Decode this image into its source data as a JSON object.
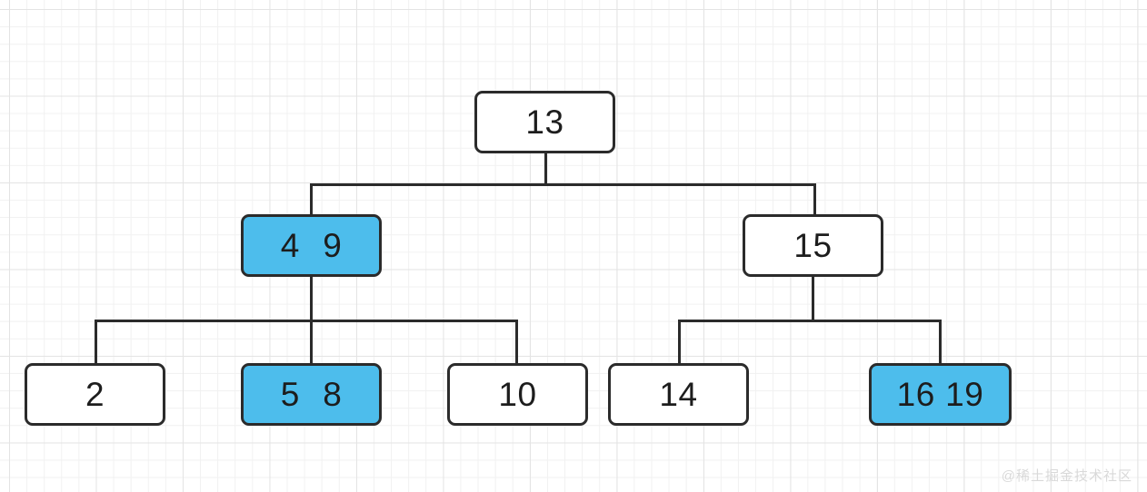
{
  "diagram": {
    "type": "b-tree",
    "title": "",
    "colors": {
      "node_border": "#2b2b2b",
      "node_fill": "#ffffff",
      "highlight_fill": "#4dbdec",
      "edge": "#2b2b2b",
      "grid_minor": "#f1f1f1",
      "grid_major": "#e4e4e4",
      "background": "#ffffff",
      "text": "#1d1d1d",
      "watermark": "#d9d9d9"
    },
    "nodes": {
      "root": {
        "keys": [
          "13"
        ],
        "highlighted": false
      },
      "level2_left": {
        "keys": [
          "4",
          "9"
        ],
        "highlighted": true
      },
      "level2_right": {
        "keys": [
          "15"
        ],
        "highlighted": false
      },
      "leaf_1": {
        "keys": [
          "2"
        ],
        "highlighted": false
      },
      "leaf_2": {
        "keys": [
          "5",
          "8"
        ],
        "highlighted": true
      },
      "leaf_3": {
        "keys": [
          "10"
        ],
        "highlighted": false
      },
      "leaf_4": {
        "keys": [
          "14"
        ],
        "highlighted": false
      },
      "leaf_5": {
        "keys": [
          "16",
          "19"
        ],
        "highlighted": true
      }
    }
  },
  "watermark": {
    "text": "@稀土掘金技术社区"
  }
}
